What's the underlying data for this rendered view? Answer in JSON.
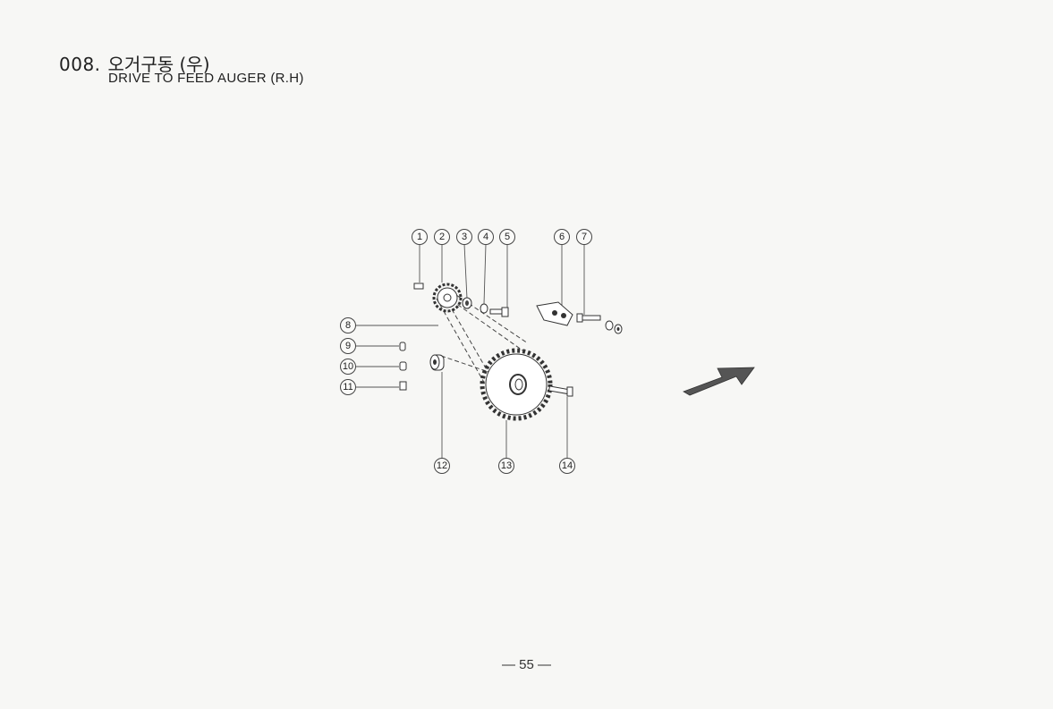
{
  "header": {
    "code": "008.",
    "title_ko": "오거구동 (우)",
    "title_en": "DRIVE TO FEED AUGER (R.H)"
  },
  "callouts": [
    "1",
    "2",
    "3",
    "4",
    "5",
    "6",
    "7",
    "8",
    "9",
    "10",
    "11",
    "12",
    "13",
    "14"
  ],
  "page_number": "— 55 —",
  "colors": {
    "paper": "#f7f7f5",
    "ink": "#222222",
    "arrow": "#555555"
  }
}
